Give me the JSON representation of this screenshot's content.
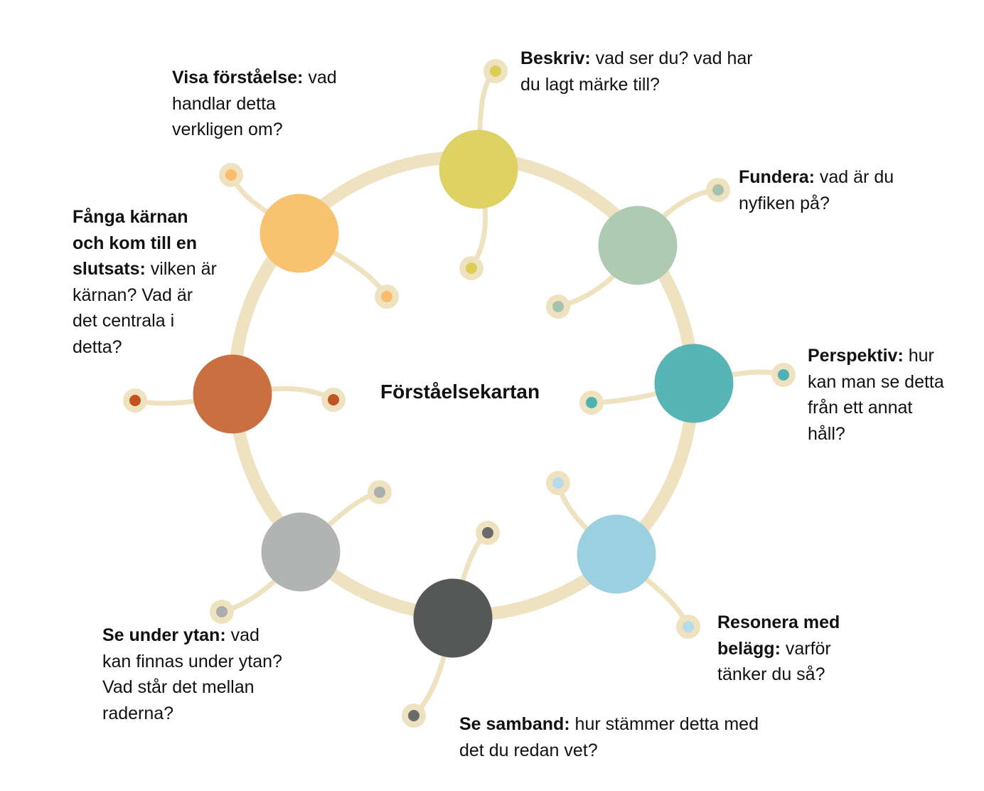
{
  "title": "Förståelsekartan",
  "colors": {
    "ring": "#efe2c0",
    "text": "#111111",
    "background": "#ffffff"
  },
  "nodes": [
    {
      "id": "beskriv",
      "heading": "Beskriv:",
      "text": " vad ser du? vad har du lagt märke till?",
      "color": "#dfd265",
      "dot_color": "#dccd55"
    },
    {
      "id": "fundera",
      "heading": "Fundera:",
      "text": " vad är du nyfiken på?",
      "color": "#afcab3",
      "dot_color": "#a6c4ad"
    },
    {
      "id": "perspektiv",
      "heading": "Perspektiv:",
      "text": " hur kan man se detta från ett annat håll?",
      "color": "#58b5b5",
      "dot_color": "#4fb1b2"
    },
    {
      "id": "resonera",
      "heading": "Resonera med belägg:",
      "text": " varför tänker du så?",
      "color": "#9bd0e0",
      "dot_color": "#b7dce9"
    },
    {
      "id": "se-samband",
      "heading": "Se samband:",
      "text": " hur stämmer detta med det du redan vet?",
      "color": "#565857",
      "dot_color": "#6a6b6b"
    },
    {
      "id": "se-under-ytan",
      "heading": "Se under ytan:",
      "text": " vad kan finnas under ytan? Vad står det mellan raderna?",
      "color": "#b2b3b3",
      "dot_color": "#acadad"
    },
    {
      "id": "fanga-karnan",
      "heading": "Fånga kärnan och kom till en slutsats:",
      "text": " vilken är kärnan? Vad är det centrala i detta?",
      "color": "#c96f40",
      "dot_color": "#c2531e"
    },
    {
      "id": "visa-forstaelse",
      "heading": "Visa förståelse:",
      "text": " vad handlar detta verkligen om?",
      "color": "#f9c270",
      "dot_color": "#fbbc6b"
    }
  ]
}
